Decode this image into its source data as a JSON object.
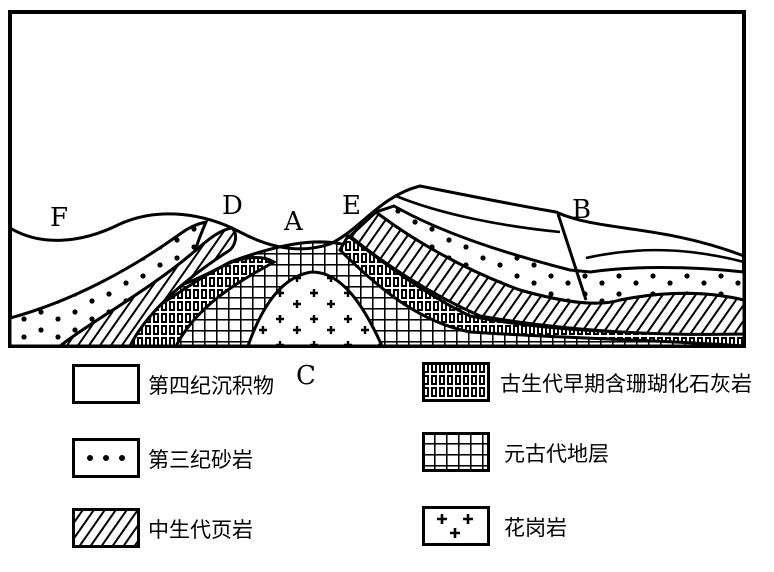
{
  "diagram": {
    "point_labels": {
      "F": "F",
      "D": "D",
      "A": "A",
      "E": "E",
      "B": "B",
      "C": "C"
    }
  },
  "legend": [
    {
      "key": "quaternary",
      "label": "第四纪沉积物",
      "pattern": "blank"
    },
    {
      "key": "tertiary",
      "label": "第三纪砂岩",
      "pattern": "dots"
    },
    {
      "key": "mesozoic",
      "label": "中生代页岩",
      "pattern": "diagonal-hatch"
    },
    {
      "key": "paleozoic",
      "label": "古生代早期含珊瑚化石灰岩",
      "pattern": "coral-brick"
    },
    {
      "key": "proterozoic",
      "label": "元古代地层",
      "pattern": "grid"
    },
    {
      "key": "granite",
      "label": "花岗岩",
      "pattern": "crosses"
    }
  ],
  "colors": {
    "ink": "#000000",
    "paper": "#ffffff"
  }
}
